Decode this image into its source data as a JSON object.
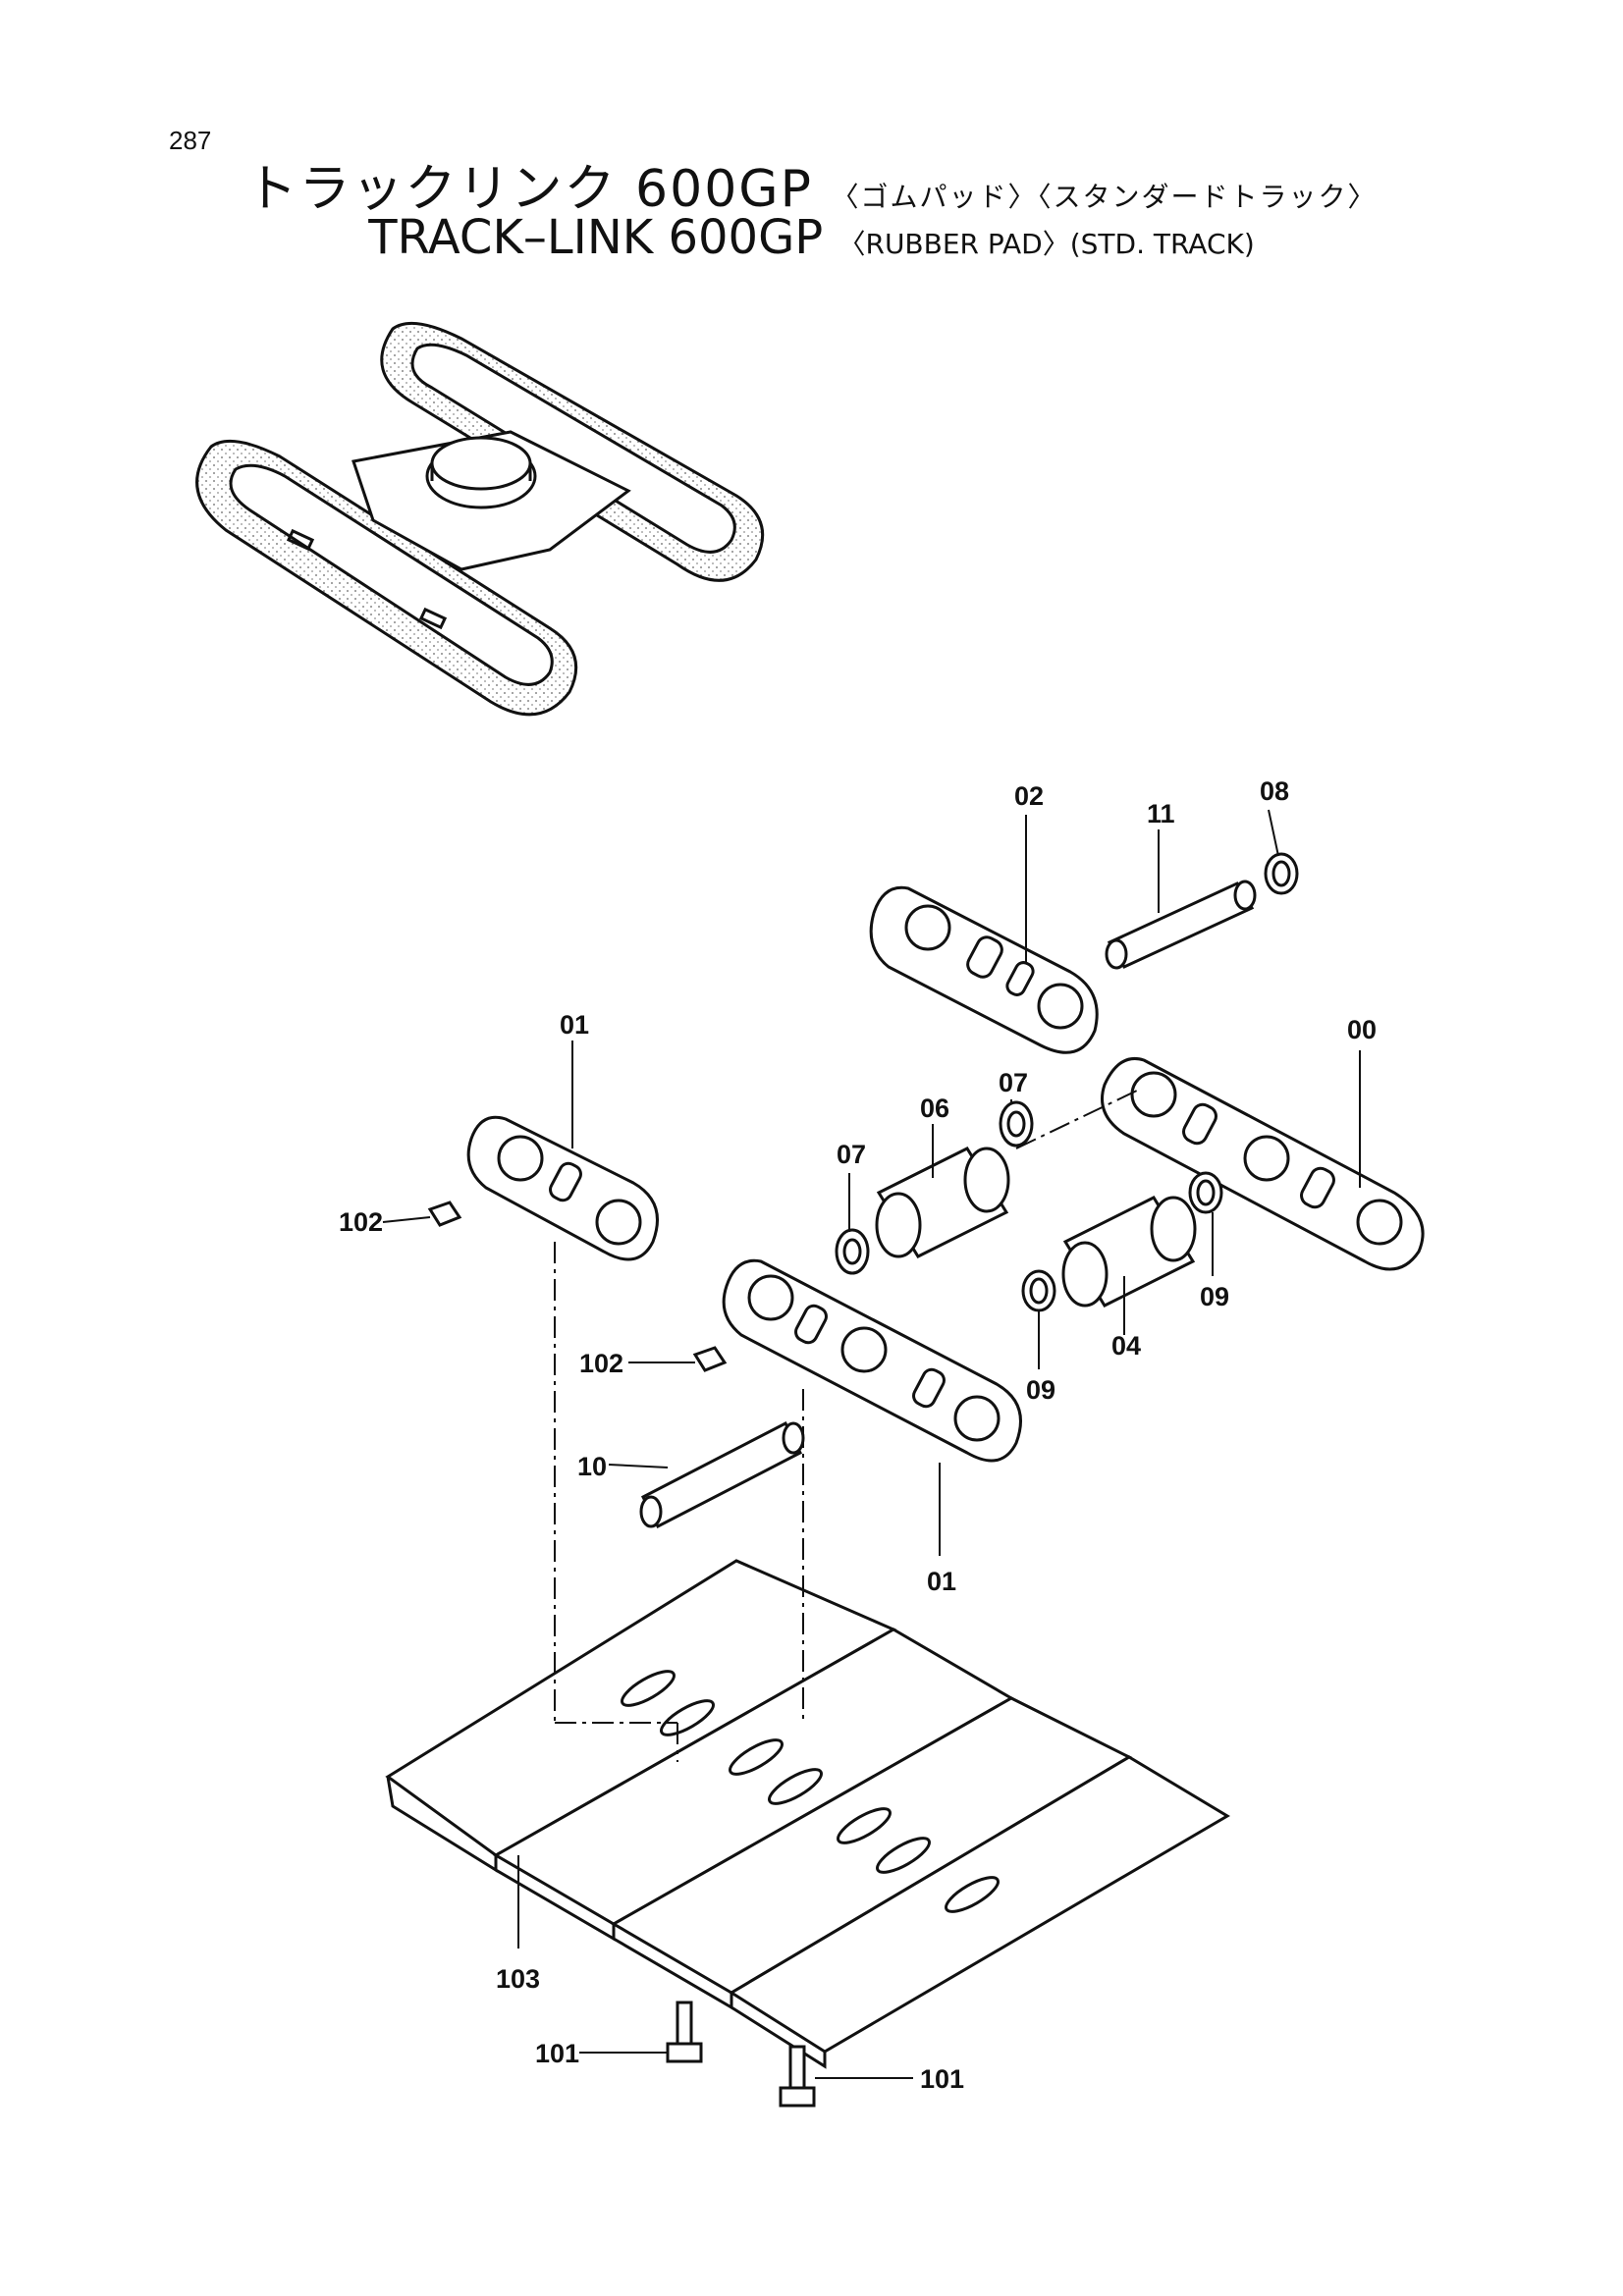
{
  "page_number": "287",
  "title_jp": {
    "main": "トラックリンク 600GP",
    "sub": "〈ゴムパッド〉〈スタンダードトラック〉"
  },
  "title_en": {
    "main": "TRACK–LINK 600GP",
    "sub": "〈RUBBER PAD〉(STD. TRACK)"
  },
  "callouts": {
    "c08": "08",
    "c02": "02",
    "c11": "11",
    "c01a": "01",
    "c00": "00",
    "c07a": "07",
    "c06": "06",
    "c07b": "07",
    "c102a": "102",
    "c09a": "09",
    "c04": "04",
    "c102b": "102",
    "c09b": "09",
    "c10": "10",
    "c01b": "01",
    "c103": "103",
    "c101a": "101",
    "c101b": "101"
  },
  "colors": {
    "line": "#111111",
    "paper": "#ffffff",
    "stipple": "#9a9a9a"
  }
}
